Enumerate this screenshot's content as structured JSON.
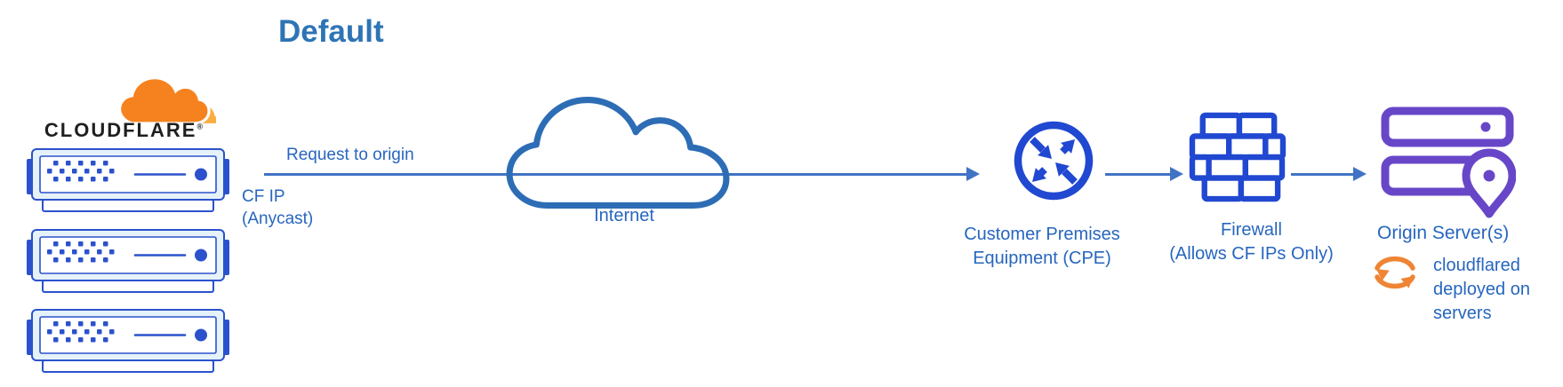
{
  "diagram_title": "Default",
  "brand": {
    "name": "CLOUDFLARE",
    "reg_mark": "®"
  },
  "edge_labels": {
    "request": "Request to origin",
    "cf_ip_line1": "CF IP",
    "cf_ip_line2": "(Anycast)"
  },
  "nodes": {
    "internet": {
      "label": "Internet"
    },
    "cpe": {
      "label_line1": "Customer Premises",
      "label_line2": "Equipment (CPE)"
    },
    "firewall": {
      "label_line1": "Firewall",
      "label_line2": "(Allows CF IPs Only)"
    },
    "origin": {
      "label": "Origin Server(s)"
    },
    "cloudflared_note": {
      "line1": "cloudflared",
      "line2": "deployed on",
      "line3": "servers"
    }
  },
  "icons": {
    "cloudflare-logo-icon": "orange cloud logo",
    "edge-server-icon": "edge server chassis with LED dots (x3)",
    "internet-cloud-icon": "cloud outline",
    "cpe-router-icon": "circle with four diagonal arrows",
    "firewall-icon": "brick wall",
    "origin-server-icon": "stacked servers with location pin",
    "refresh-icon": "two curved cycle arrows"
  },
  "colors": {
    "title_blue": "#2E74B5",
    "label_blue": "#2766BE",
    "arrow_blue": "#4173C4",
    "cloud_outline_blue": "#2D6DB5",
    "icon_blue": "#2148D1",
    "server_blue": "#2B52CC",
    "server_fill_light": "#E6F2FA",
    "origin_purple": "#6747C8",
    "cloudflare_orange": "#F6821F",
    "cloudflare_orange_light": "#FBAD41",
    "refresh_orange": "#EE8434",
    "brand_black": "#1F1F1F"
  }
}
